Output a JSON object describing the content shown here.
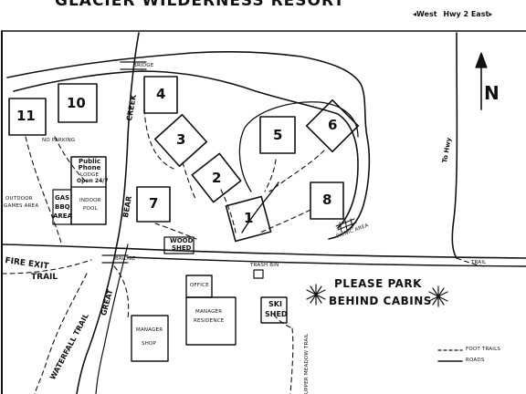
{
  "header": {
    "title": "GLACIER WILDERNESS RESORT"
  },
  "highway_direction": {
    "west": "West",
    "label": "Hwy 2",
    "east": "East"
  },
  "north_label": "N",
  "cabins": [
    "1",
    "2",
    "3",
    "4",
    "5",
    "6",
    "7",
    "8",
    "10",
    "11"
  ],
  "labels": {
    "bridge_top": "BRIDGE",
    "bridge_bottom": "BRIDGE",
    "creek_word1": "BEAR",
    "creek_word2": "CREEK",
    "great": "GREAT",
    "no_parking": "NO PARKING",
    "public_phone": "Public Phone",
    "lodge": "LODGE",
    "open_24": "Open 24/7",
    "gas": "GAS",
    "bbq": "BBQ",
    "area": "AREA",
    "indoor_pool_1": "INDOOR",
    "indoor_pool_2": "POOL",
    "outdoor_games_1": "OUTDOOR",
    "outdoor_games_2": "GAMES AREA",
    "wood_shed_1": "WOOD",
    "wood_shed_2": "SHED",
    "to_hwy": "To Hwy",
    "fire_exit_trail_1": "FIRE EXIT",
    "fire_exit_trail_2": "TRAIL",
    "waterfall_trail": "WATERFALL TRAIL",
    "office": "OFFICE",
    "manager_residence_1": "MANAGER",
    "manager_residence_2": "RESIDENCE",
    "manager_shop_1": "MANAGER",
    "manager_shop_2": "SHOP",
    "trash_bin": "TRASH BIN",
    "ski_shed_1": "SKI",
    "ski_shed_2": "SHED",
    "park_line1": "PLEASE PARK",
    "park_line2": "BEHIND CABINS",
    "trail_right": "TRAIL",
    "upper_meadow_trail": "UPPER MEADOW TRAIL",
    "picnic": "PICNIC AREA"
  },
  "legend": {
    "foot_trails": "FOOT TRAILS",
    "roads": "ROADS"
  }
}
